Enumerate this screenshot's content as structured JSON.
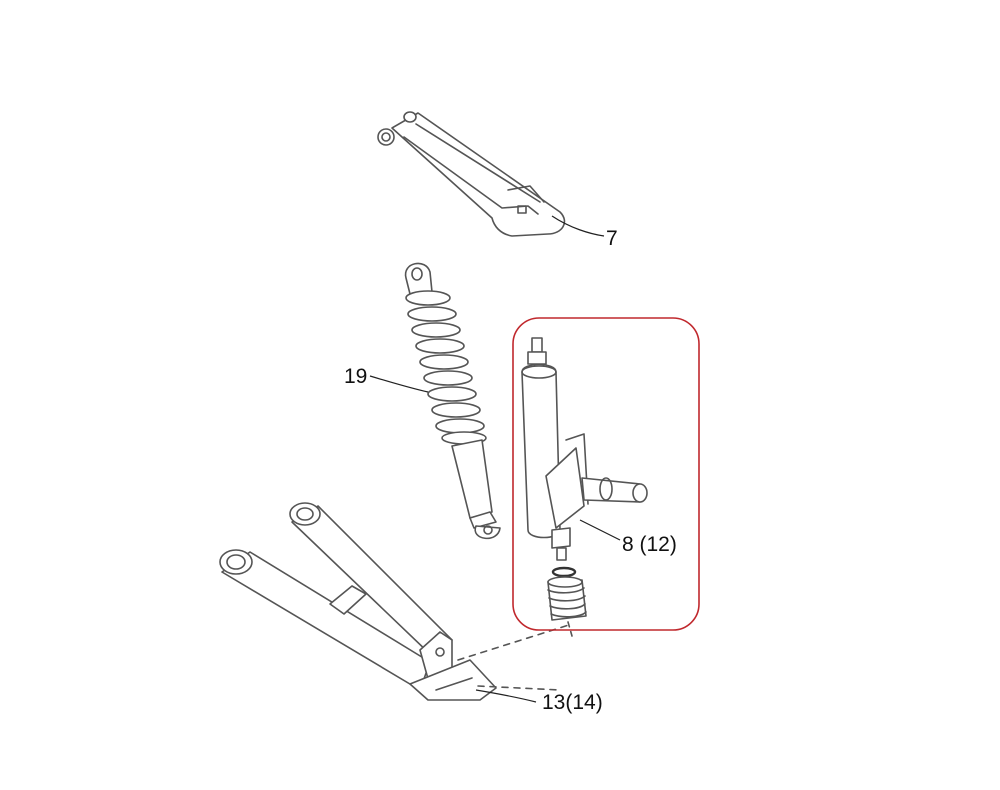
{
  "callouts": {
    "upper_arm": "7",
    "shock": "19",
    "knuckle": "8 (12)",
    "lower_arm": "13(14)"
  },
  "colors": {
    "outline": "#555555",
    "highlight": "#c0282d"
  }
}
